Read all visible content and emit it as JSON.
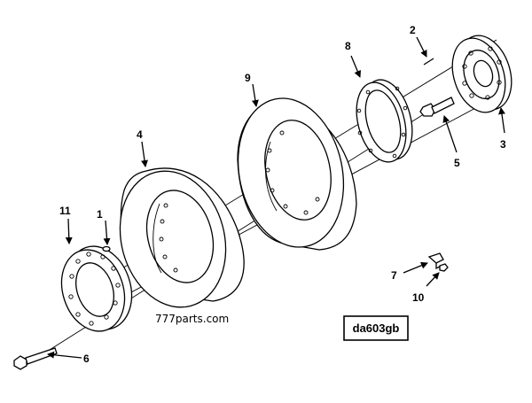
{
  "diagram": {
    "callouts": [
      {
        "id": "1",
        "text": "1"
      },
      {
        "id": "2",
        "text": "2"
      },
      {
        "id": "3",
        "text": "3"
      },
      {
        "id": "4",
        "text": "4"
      },
      {
        "id": "5",
        "text": "5"
      },
      {
        "id": "6",
        "text": "6"
      },
      {
        "id": "7",
        "text": "7"
      },
      {
        "id": "8",
        "text": "8"
      },
      {
        "id": "9",
        "text": "9"
      },
      {
        "id": "10",
        "text": "10"
      },
      {
        "id": "11",
        "text": "11"
      }
    ],
    "watermark": "777parts.com",
    "drawing_code": "da603gb"
  }
}
